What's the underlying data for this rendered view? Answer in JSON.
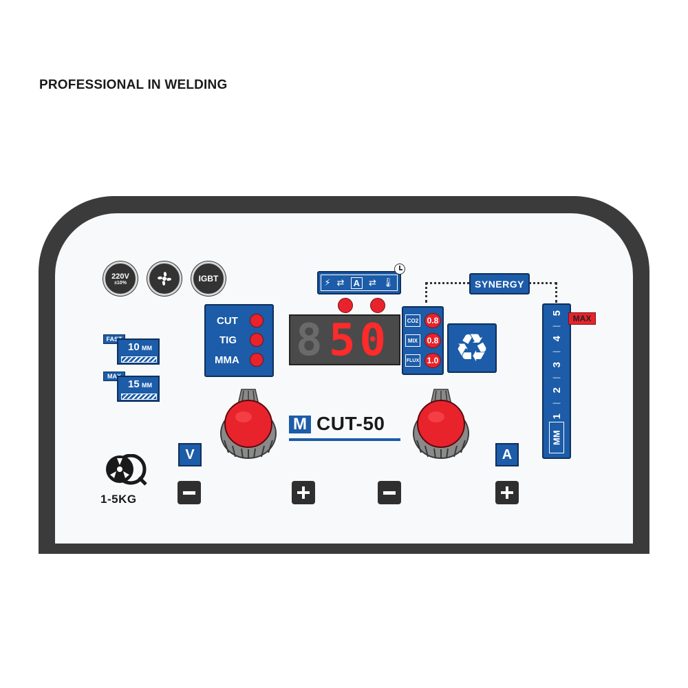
{
  "header": {
    "tagline": "PROFESSIONAL IN WELDING"
  },
  "badges": {
    "voltage": {
      "main": "220V",
      "sub": "±10%"
    },
    "fan": {
      "icon": "fan-icon"
    },
    "igbt": {
      "label": "IGBT"
    }
  },
  "thickness": {
    "fast": {
      "tag": "FAST",
      "value": "10",
      "unit": "MM"
    },
    "max": {
      "tag": "MAX",
      "value": "15",
      "unit": "MM"
    }
  },
  "modes": [
    {
      "label": "CUT"
    },
    {
      "label": "TIG"
    },
    {
      "label": "MMA"
    }
  ],
  "display": {
    "value": "50",
    "ghost_digit": "8"
  },
  "function_bar": {
    "center": "A"
  },
  "wire_types": [
    {
      "gas": "CO2",
      "size": "0.8"
    },
    {
      "gas": "MIX",
      "size": "0.8"
    },
    {
      "gas": "FLUX",
      "size": "1.0"
    }
  ],
  "synergy": {
    "label": "SYNERGY"
  },
  "scale": {
    "unit": "MM",
    "max_tag": "MAX",
    "ticks": [
      "1",
      "2",
      "3",
      "4",
      "5"
    ]
  },
  "brand": {
    "logo_letter": "M",
    "model": "CUT-50"
  },
  "controls": {
    "voltage_label": "V",
    "ampere_label": "A"
  },
  "spool": {
    "label": "1-5KG"
  },
  "colors": {
    "accent_blue": "#1c5ca8",
    "led_red": "#e8232c",
    "frame": "#3b3b3b"
  }
}
